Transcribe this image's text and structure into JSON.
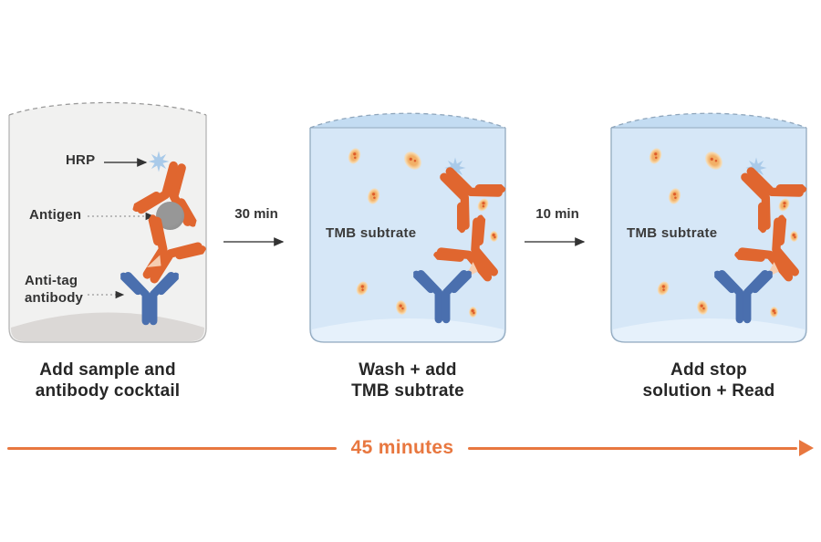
{
  "steps": [
    {
      "caption": "Add sample and\nantibody cocktail",
      "labels": {
        "hrp": "HRP",
        "antigen": "Antigen",
        "anti_tag": "Anti-tag\nantibody"
      }
    },
    {
      "caption": "Wash + add\nTMB subtrate",
      "well_label": "TMB subtrate"
    },
    {
      "caption": "Add stop\nsolution + Read",
      "well_label": "TMB subtrate"
    }
  ],
  "transitions": {
    "t1": "30 min",
    "t2": "10 min"
  },
  "timeline": {
    "label": "45 minutes"
  },
  "icons": {
    "hrp": "star-burst",
    "antigen": "gray-circle",
    "detection_antibody": "orange-y-antibody",
    "anti_tag_antibody": "blue-y-antibody",
    "tag": "peach-wedge",
    "substrate": "speckled-oval-dot"
  },
  "colors": {
    "antibody_orange": "#e0662f",
    "antibody_blue": "#4a6fae",
    "hrp_star": "#a9cae9",
    "antigen_gray": "#8a8a8a",
    "tag_peach": "#f6cdb0",
    "well_gray_fill": "#f1f1f0",
    "well_gray_shadow": "#d7d4d1",
    "well_blue_fill": "#d6e7f7",
    "well_blue_dome": "#c3dcf2",
    "well_blue_bottom": "#e6f1fb",
    "well_outline_gray": "#b5b5b5",
    "well_outline_blue": "#93aabf",
    "substrate_dot": "#f2b067",
    "timeline_orange": "#e8773f",
    "text_dark": "#2d2d2d"
  }
}
